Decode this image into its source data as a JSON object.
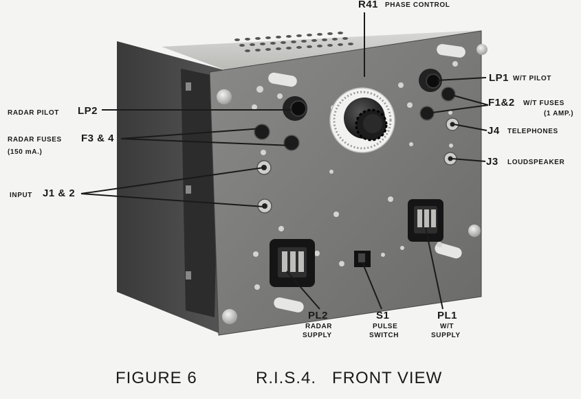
{
  "figure": {
    "caption_number": "FIGURE 6",
    "caption_title": "R.I.S.4.   FRONT VIEW"
  },
  "labels": {
    "r41_id": "R41",
    "r41_desc": "PHASE CONTROL",
    "lp1_id": "LP1",
    "lp1_desc": "W/T PILOT",
    "f12_id": "F1&2",
    "f12_desc": "W/T FUSES",
    "f12_note": "(1 AMP.)",
    "j4_id": "J4",
    "j4_desc": "TELEPHONES",
    "j3_id": "J3",
    "j3_desc": "LOUDSPEAKER",
    "lp2_desc": "RADAR PILOT",
    "lp2_id": "LP2",
    "f34_desc": "RADAR FUSES",
    "f34_id": "F3 & 4",
    "f34_note": "(150 mA.)",
    "j12_desc": "INPUT",
    "j12_id": "J1 & 2",
    "pl2_id": "PL2",
    "pl2_line1": "RADAR",
    "pl2_line2": "SUPPLY",
    "s1_id": "S1",
    "s1_line1": "PULSE",
    "s1_line2": "SWITCH",
    "pl1_id": "PL1",
    "pl1_line1": "W/T",
    "pl1_line2": "SUPPLY"
  }
}
